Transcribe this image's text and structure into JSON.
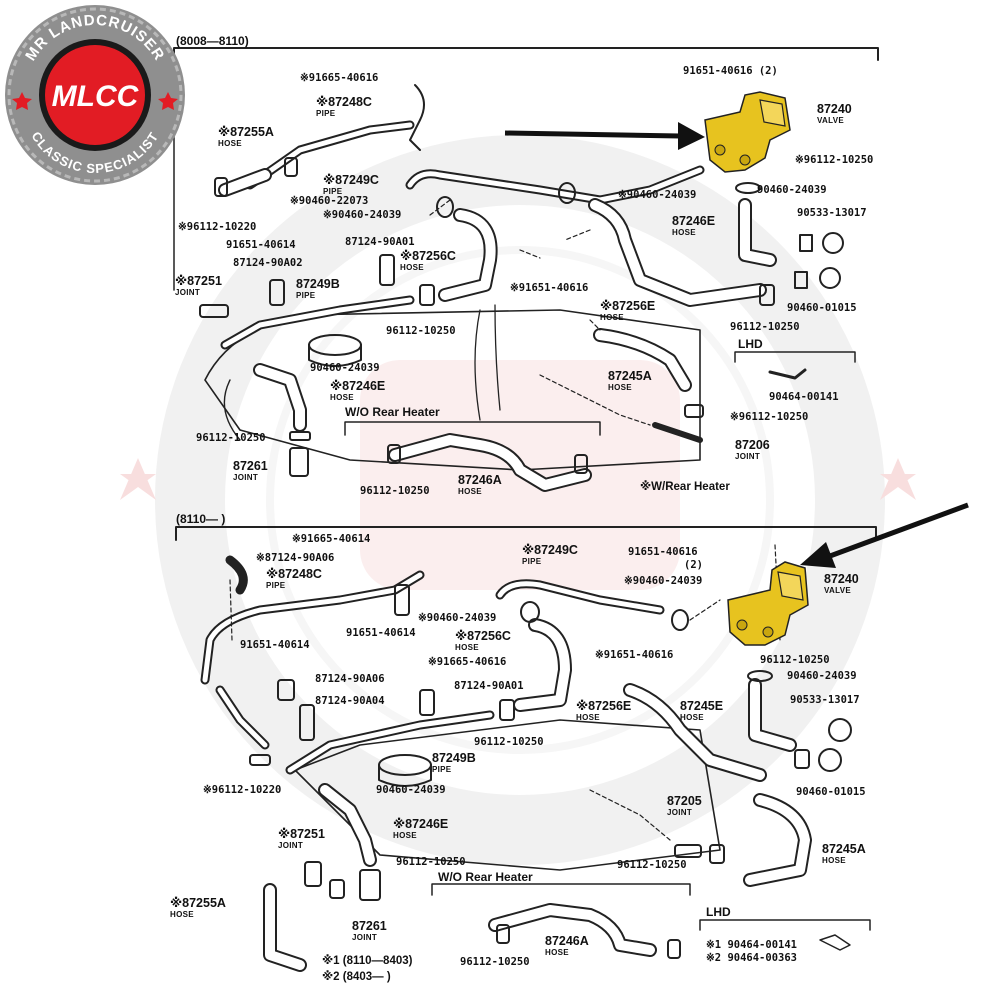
{
  "logo": {
    "ring_top": "MR LANDCRUISER",
    "ring_bottom": "CLASSIC SPECIALIST",
    "mark": "MLCC",
    "colors": {
      "ring": "#8f8f8f",
      "badge": "#e21c24",
      "badge_dark": "#1a1a1a",
      "star": "#e21c24"
    }
  },
  "colors": {
    "valve_highlight": "#e7c31f",
    "arrow": "#111111",
    "line": "#222222",
    "watermark": "#f3d2d2"
  },
  "top_section": {
    "range": "(8008—8110)",
    "labels": {
      "l1": "※91665-40616",
      "l2": "91651-40616 (2)",
      "l3": "※96112-10250",
      "l4": "※90460-22073",
      "l5": "※96112-10220",
      "l6": "※90460-24039",
      "l7": "※90460-24039",
      "l8": "90460-24039",
      "l9": "90533-13017",
      "l10": "91651-40614",
      "l11": "87124-90A01",
      "l12": "87124-90A02",
      "l13": "※91651-40616",
      "l14": "90460-01015",
      "l15": "96112-10250",
      "l16": "96112-10250",
      "l17": "90460-24039",
      "l18": "90464-00141",
      "l19": "※96112-10250",
      "l20": "96112-10250",
      "l21": "96112-10250"
    },
    "parts": {
      "p1": {
        "num": "※87248C",
        "name": "PIPE"
      },
      "p2": {
        "num": "※87255A",
        "name": "HOSE"
      },
      "p3": {
        "num": "87240",
        "name": "VALVE"
      },
      "p4": {
        "num": "※87249C",
        "name": "PIPE"
      },
      "p5": {
        "num": "87246E",
        "name": "HOSE"
      },
      "p6": {
        "num": "※87256C",
        "name": "HOSE"
      },
      "p7": {
        "num": "※87251",
        "name": "JOINT"
      },
      "p8": {
        "num": "87249B",
        "name": "PIPE"
      },
      "p9": {
        "num": "※87256E",
        "name": "HOSE"
      },
      "p10": {
        "num": "87245A",
        "name": "HOSE"
      },
      "p11": {
        "num": "※87246E",
        "name": "HOSE"
      },
      "p12": {
        "num": "87206",
        "name": "JOINT"
      },
      "p13": {
        "num": "87261",
        "name": "JOINT"
      },
      "p14": {
        "num": "87246A",
        "name": "HOSE"
      }
    },
    "lhd": "LHD",
    "wo_rear_heater": "W/O Rear Heater",
    "w_rear_heater": "※W/Rear Heater"
  },
  "bottom_section": {
    "range": "(8110—      )",
    "labels": {
      "l1": "※91665-40614",
      "l2": "※87124-90A06",
      "l3": "91651-40616",
      "l4": "(2)",
      "l5": "※90460-24039",
      "l6": "※90460-24039",
      "l7": "91651-40614",
      "l8": "91651-40614",
      "l9": "※91651-40616",
      "l10": "96112-10250",
      "l11": "※91665-40616",
      "l12": "87124-90A06",
      "l13": "87124-90A01",
      "l14": "87124-90A04",
      "l15": "90460-24039",
      "l16": "90533-13017",
      "l17": "96112-10250",
      "l18": "※96112-10220",
      "l19": "90460-24039",
      "l20": "90460-01015",
      "l21": "96112-10250",
      "l22": "96112-10250",
      "l23": "96112-10250"
    },
    "parts": {
      "p1": {
        "num": "※87248C",
        "name": "PIPE"
      },
      "p2": {
        "num": "※87249C",
        "name": "PIPE"
      },
      "p3": {
        "num": "87240",
        "name": "VALVE"
      },
      "p4": {
        "num": "※87256C",
        "name": "HOSE"
      },
      "p5": {
        "num": "※87256E",
        "name": "HOSE"
      },
      "p6": {
        "num": "87245E",
        "name": "HOSE"
      },
      "p7": {
        "num": "87249B",
        "name": "PIPE"
      },
      "p8": {
        "num": "87205",
        "name": "JOINT"
      },
      "p9": {
        "num": "※87246E",
        "name": "HOSE"
      },
      "p10": {
        "num": "※87251",
        "name": "JOINT"
      },
      "p11": {
        "num": "87245A",
        "name": "HOSE"
      },
      "p12": {
        "num": "※87255A",
        "name": "HOSE"
      },
      "p13": {
        "num": "87261",
        "name": "JOINT"
      },
      "p14": {
        "num": "87246A",
        "name": "HOSE"
      }
    },
    "wo_rear_heater": "W/O Rear Heater",
    "lhd": "LHD",
    "lhd_note1": "※1 90464-00141",
    "lhd_note2": "※2 90464-00363",
    "legend1": "※1 (8110—8403)",
    "legend2": "※2 (8403—      )"
  }
}
